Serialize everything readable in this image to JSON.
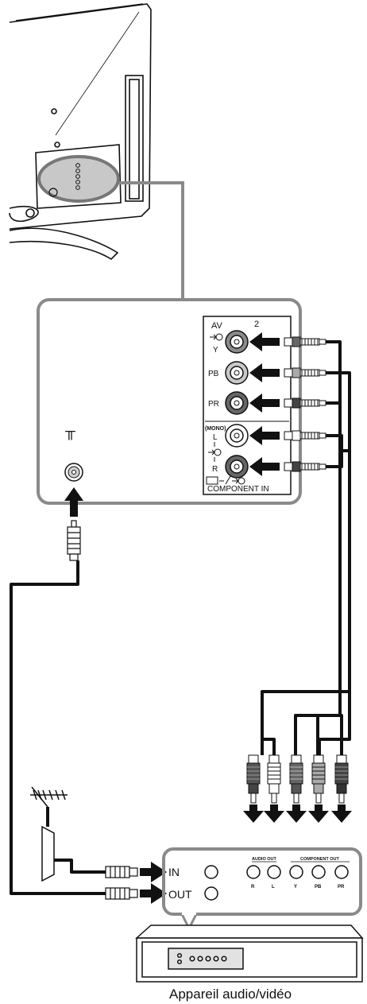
{
  "tv_panel": {
    "av_label": "AV",
    "av_number": "2",
    "y_label": "Y",
    "pb_label": "PB",
    "pr_label": "PR",
    "mono_label": "(MONO)",
    "l_label": "L",
    "r_label": "R",
    "component_in_label": "COMPONENT  IN",
    "antenna_symbol": "╥"
  },
  "device": {
    "in_label": "IN",
    "out_label": "OUT",
    "audio_out_label": "AUDIO OUT",
    "component_out_label": "COMPONENT OUT",
    "jack_labels": [
      "R",
      "L",
      "Y",
      "PB",
      "PR"
    ],
    "caption": "Appareil audio/vidéo"
  },
  "colors": {
    "outline": "#8a8a8a",
    "line": "#111111",
    "highlight": "#a9a9a9"
  }
}
